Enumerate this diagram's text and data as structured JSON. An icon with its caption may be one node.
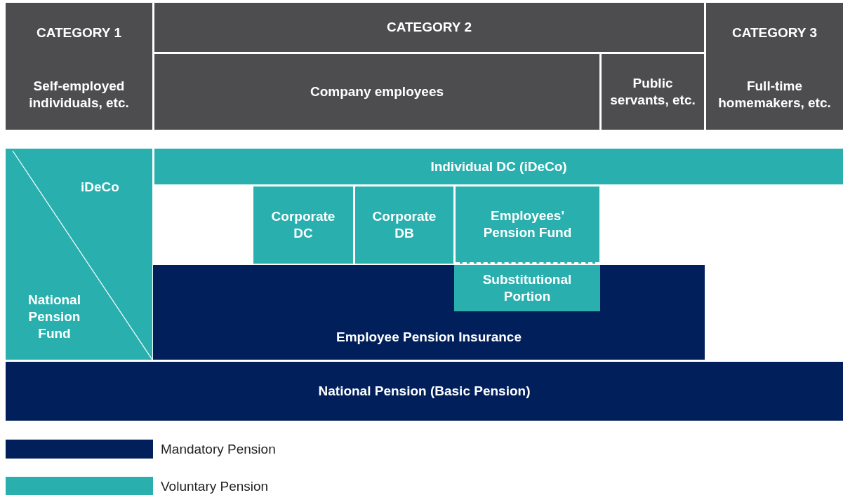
{
  "diagram": {
    "nodes": [
      {
        "text": [
          "CATEGORY 1",
          "Self-employed individuals, etc."
        ]
      },
      {
        "text": [
          "CATEGORY 2"
        ]
      },
      {
        "text": [
          "Company employees"
        ]
      },
      {
        "text": [
          "Public servants, etc."
        ]
      },
      {
        "text": [
          "CATEGORY 3",
          "Full-time homemakers, etc."
        ]
      },
      {
        "text": [
          "iDeCo",
          "National Pension Fund"
        ]
      },
      {
        "text": [
          "Individual DC (iDeCo)"
        ]
      },
      {
        "text": [
          "Corporate DC"
        ]
      },
      {
        "text": [
          "Corporate DB"
        ]
      },
      {
        "text": [
          "Employees' Pension Fund"
        ]
      },
      {
        "text": [
          "Employee Pension Insurance"
        ]
      },
      {
        "text": [
          "Substitutional Portion"
        ],
        "in": 10
      },
      {
        "text": [
          "National Pension (Basic Pension)"
        ]
      }
    ],
    "edges": [],
    "legend": [
      {
        "text": "Mandatory Pension",
        "color": "#001f5b"
      },
      {
        "text": "Voluntary Pension",
        "color": "#2aafaf"
      }
    ]
  }
}
